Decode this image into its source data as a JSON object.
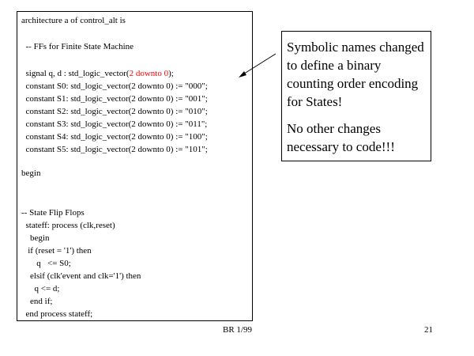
{
  "code": {
    "lines": [
      "architecture a of control_alt is",
      "  -- FFs for Finite State Machine",
      "  signal q, d : std_logic_vector(",
      "2 downto 0",
      ");",
      "  constant S0: std_logic_vector(2 downto 0) := \"000\";",
      "  constant S1: std_logic_vector(2 downto 0) := \"001\";",
      "  constant S2: std_logic_vector(2 downto 0) := \"010\";",
      "  constant S3: std_logic_vector(2 downto 0) := \"011\";",
      "  constant S4: std_logic_vector(2 downto 0) := \"100\";",
      "  constant S5: std_logic_vector(2 downto 0) := \"101\";",
      "begin",
      "-- State Flip Flops",
      "  stateff: process (clk,reset)",
      "    begin",
      "   if (reset = '1') then",
      "       q   <= S0;",
      "    elsif (clk'event and clk='1') then",
      "      q <= d;",
      "    end if;",
      "  end process stateff;"
    ]
  },
  "callout": {
    "paragraph1": "Symbolic names changed to define a binary counting order encoding for States!",
    "paragraph2": "No other changes necessary to code!!!"
  },
  "footer": {
    "left": "BR 1/99",
    "page_number": "21"
  },
  "colors": {
    "highlight": "#ff0000",
    "text": "#000000",
    "border": "#000000"
  }
}
